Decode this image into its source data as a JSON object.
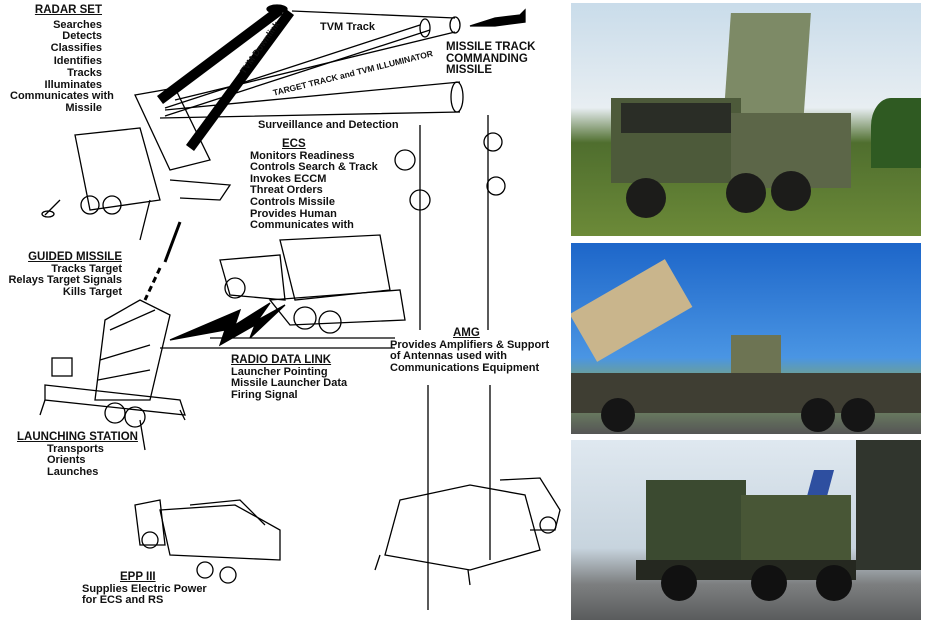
{
  "radar_set": {
    "title": "RADAR SET",
    "items": [
      "Searches",
      "Detects",
      "Classifies",
      "Identifies",
      "Tracks",
      "Illuminates",
      "Communicates with",
      "Missile"
    ]
  },
  "beams": {
    "tvm_track": "TVM Track",
    "tvm_downlink": "TVM Downlink",
    "target_track": "TARGET TRACK and TVM ILLUMINATOR",
    "missile_track": [
      "MISSILE TRACK",
      "COMMANDING",
      "MISSILE"
    ],
    "surveillance": "Surveillance and Detection"
  },
  "ecs": {
    "title": "ECS",
    "items": [
      "Monitors Readiness",
      "Controls Search & Track",
      "Invokes ECCM",
      "Threat Orders",
      "Controls Missile",
      "Provides Human",
      "Communicates with"
    ]
  },
  "guided_missile": {
    "title": "GUIDED MISSILE",
    "items": [
      "Tracks Target",
      "Relays Target Signals",
      "Kills Target"
    ]
  },
  "radio_data_link": {
    "title": "RADIO DATA LINK",
    "items": [
      "Launcher Pointing",
      "Missile Launcher Data",
      "Firing Signal"
    ]
  },
  "amg": {
    "title": "AMG",
    "items": [
      "Provides Amplifiers & Support",
      "of Antennas used with",
      "Communications Equipment"
    ]
  },
  "launching_station": {
    "title": "LAUNCHING STATION",
    "items": [
      "Transports",
      "Orients",
      "Launches"
    ]
  },
  "epp": {
    "title": "EPP III",
    "items": [
      "Supplies Electric Power",
      "for ECS and RS"
    ]
  },
  "colors": {
    "camo_green": "#4d5a3a",
    "sky_blue": "#2e7fd6",
    "grass": "#7c9a3a"
  }
}
